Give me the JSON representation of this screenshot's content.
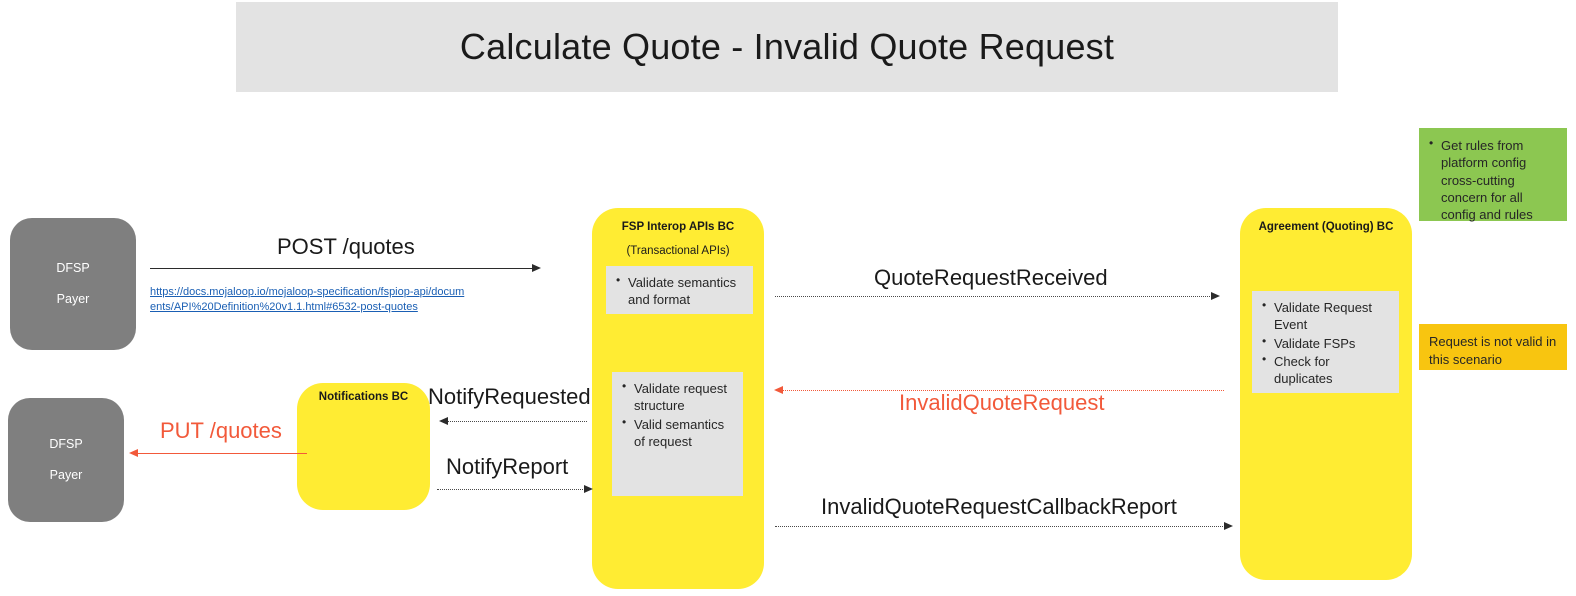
{
  "title": "Calculate Quote - Invalid Quote Request",
  "colors": {
    "banner_bg": "#e3e3e3",
    "actor_bg": "#7f7f7f",
    "lifeline_yellow": "#ffec33",
    "note_gray": "#e3e3e3",
    "note_green": "#8cc751",
    "note_orange": "#f8c510",
    "error_red": "#f2593a",
    "link_blue": "#1a5fb4"
  },
  "actors": {
    "payer_top": {
      "line1": "DFSP",
      "line2": "Payer"
    },
    "payer_bottom": {
      "line1": "DFSP",
      "line2": "Payer"
    }
  },
  "lifelines": {
    "fsp_interop": {
      "title": "FSP Interop APIs BC",
      "subtitle": "(Transactional APIs)",
      "note_top": [
        "Validate semantics and format"
      ],
      "note_bottom": [
        "Validate request structure",
        "Valid semantics of request"
      ]
    },
    "notifications": {
      "title": "Notifications BC"
    },
    "agreement": {
      "title": "Agreement (Quoting) BC",
      "note": [
        "Validate Request Event",
        "Validate FSPs",
        "Check for duplicates"
      ]
    }
  },
  "notes": {
    "green": [
      "Get rules from platform config cross-cutting concern for all config and rules"
    ],
    "orange": "Request is not valid in this scenario"
  },
  "messages": {
    "post_quotes": "POST /quotes",
    "doc_link": "https://docs.mojaloop.io/mojaloop-specification/fspiop-api/documents/API%20Definition%20v1.1.html#6532-post-quotes",
    "quote_request_received": "QuoteRequestReceived",
    "invalid_quote_request": "InvalidQuoteRequest",
    "invalid_quote_request_callback_report": "InvalidQuoteRequestCallbackReport",
    "notify_requested": "NotifyRequested",
    "notify_report": "NotifyReport",
    "put_quotes": "PUT /quotes"
  }
}
